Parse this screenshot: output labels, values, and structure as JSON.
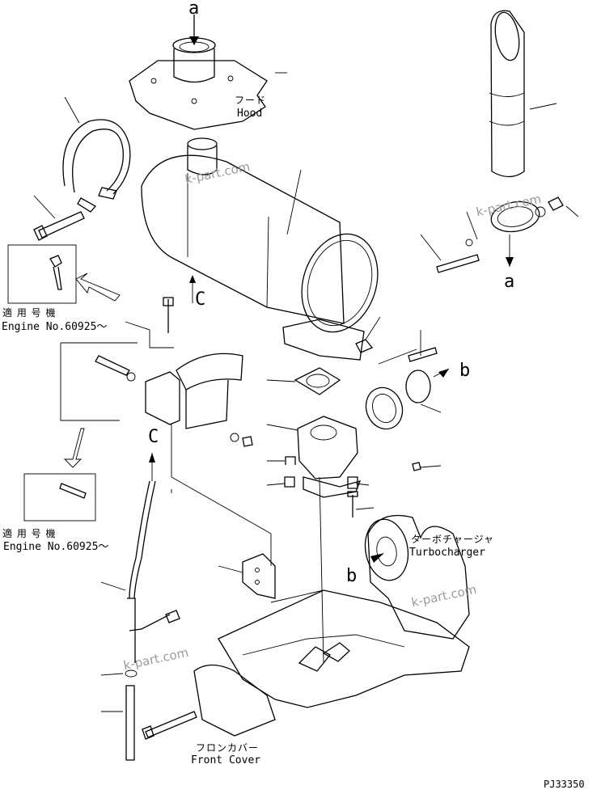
{
  "callouts": {
    "a_top": "a",
    "a_right": "a",
    "b_right": "b",
    "b_turbo": "b",
    "c_upper": "C",
    "c_lower": "C"
  },
  "labels": {
    "hood_jp": "フード",
    "hood_en": "Hood",
    "turbo_jp": "ターボチャージャ",
    "turbo_en": "Turbocharger",
    "front_jp": "フロンカバー",
    "front_en": "Front Cover",
    "applicable_jp_1": "適 用 号 機",
    "engine_no_1": "Engine No.60925～",
    "applicable_jp_2": "適 用 号 機",
    "engine_no_2": "Engine No.60925～"
  },
  "watermark": "k-part.com",
  "drawing_code": "PJ33350"
}
